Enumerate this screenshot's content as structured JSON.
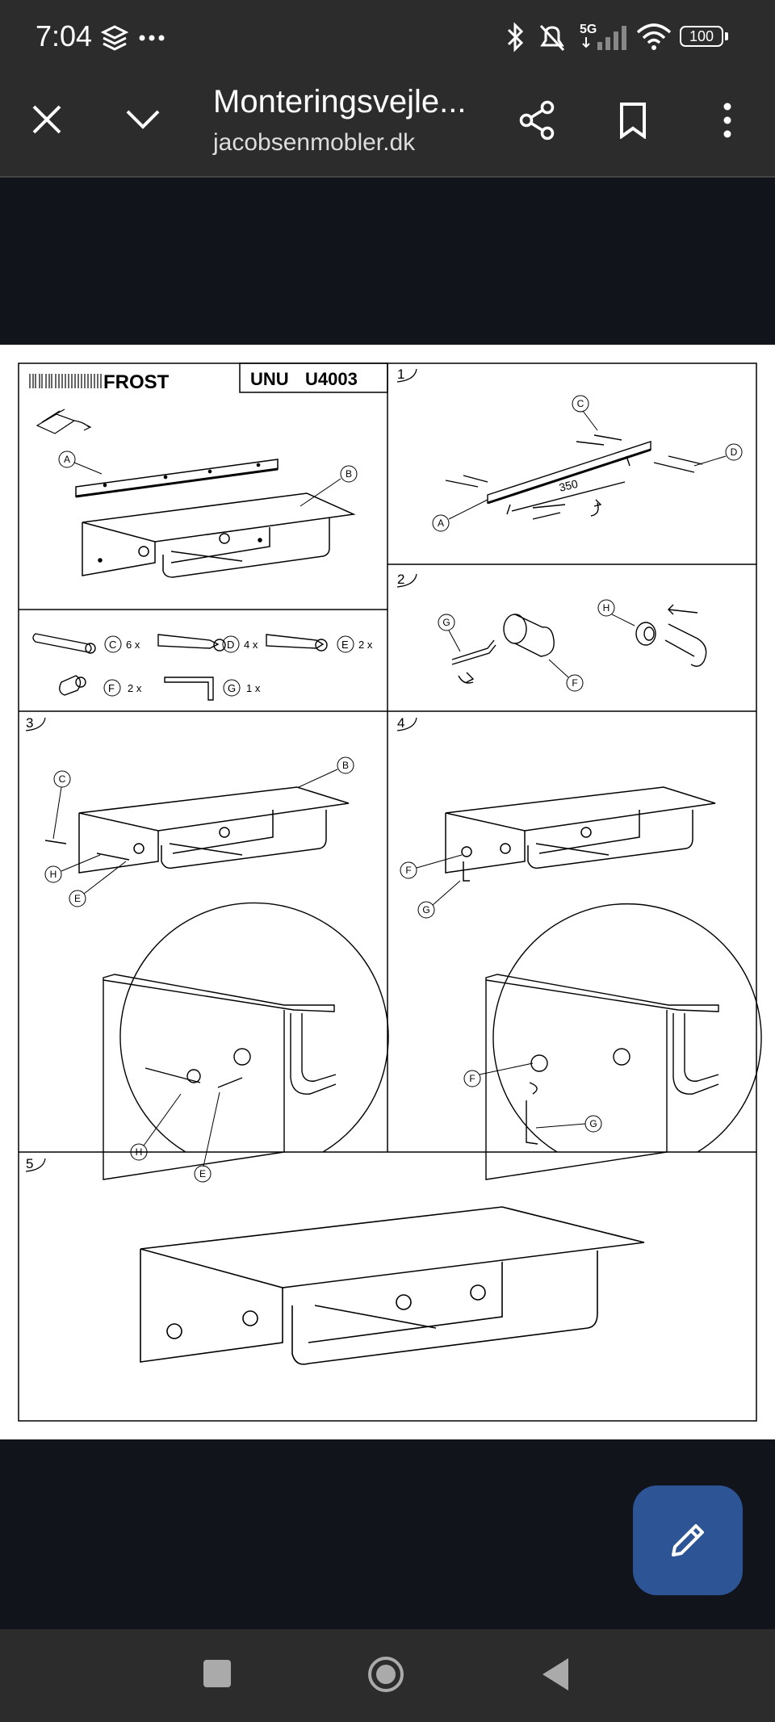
{
  "status": {
    "time": "7:04",
    "network": "5G",
    "battery": "100"
  },
  "toolbar": {
    "title": "Monteringsvejle...",
    "url": "jacobsenmobler.dk"
  },
  "manual": {
    "brand": "FROST",
    "model_prefix": "UNU",
    "model_code": "U4003",
    "dimension": "350",
    "steps": [
      "1",
      "2",
      "3",
      "4",
      "5"
    ],
    "parts": [
      {
        "letter": "C",
        "qty": "6 x"
      },
      {
        "letter": "D",
        "qty": "4 x"
      },
      {
        "letter": "E",
        "qty": "2 x"
      },
      {
        "letter": "F",
        "qty": "2 x"
      },
      {
        "letter": "G",
        "qty": "1 x"
      }
    ],
    "labels": {
      "A": "A",
      "B": "B",
      "C": "C",
      "D": "D",
      "E": "E",
      "F": "F",
      "G": "G",
      "H": "H"
    }
  },
  "colors": {
    "bar": "#2c2c2c",
    "background": "#11141b",
    "fab": "#2d5596"
  },
  "icons": [
    "close-icon",
    "chevron-down-icon",
    "share-icon",
    "bookmark-icon",
    "more-vert-icon",
    "edit-icon",
    "recents-icon",
    "home-icon",
    "back-icon",
    "bluetooth-icon",
    "mute-icon",
    "signal-icon",
    "wifi-icon",
    "battery-icon"
  ]
}
